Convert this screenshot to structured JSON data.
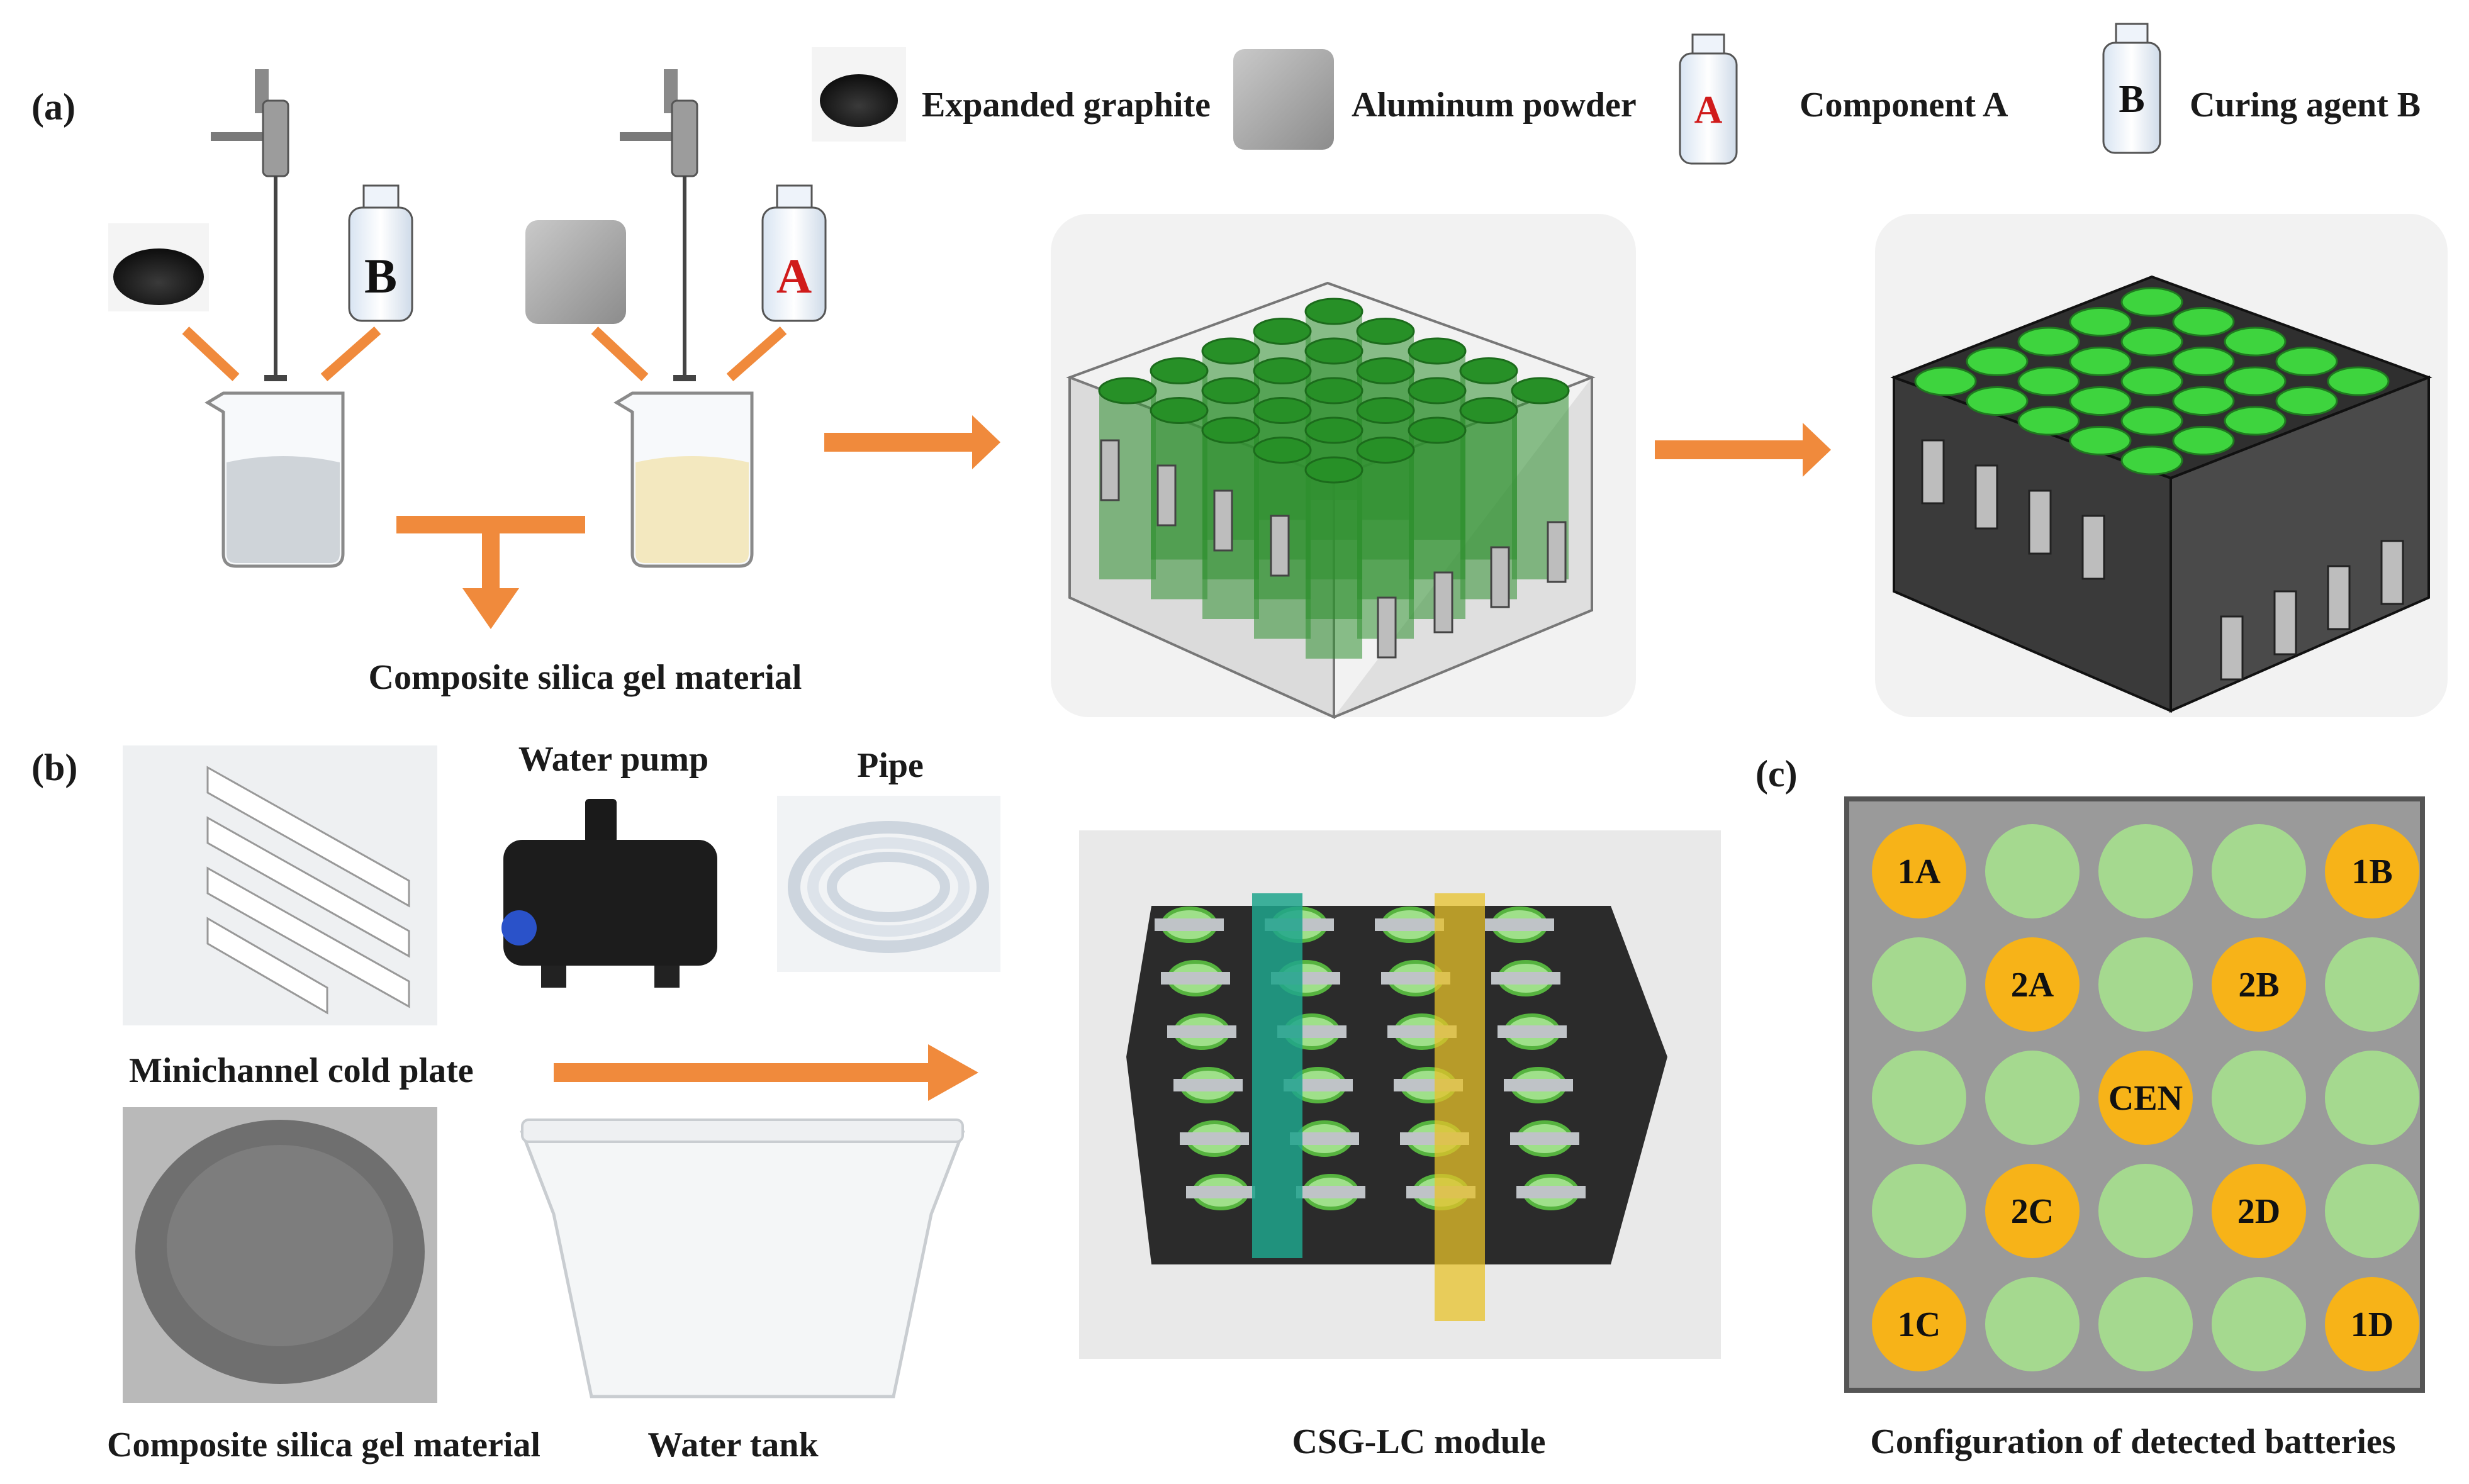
{
  "panel_labels": {
    "a": "(a)",
    "b": "(b)",
    "c": "(c)"
  },
  "legend": {
    "expanded_graphite": "Expanded graphite",
    "aluminum_powder": "Aluminum powder",
    "component_a": "Component A",
    "curing_agent_b": "Curing agent B",
    "bottle_a_letter": "A",
    "bottle_b_letter": "B"
  },
  "panel_a": {
    "mixture_label": "Composite silica gel material"
  },
  "panel_b": {
    "water_pump": "Water pump",
    "pipe": "Pipe",
    "cold_plate": "Minichannel cold plate",
    "silica_gel": "Composite silica gel material",
    "water_tank": "Water tank",
    "module": "CSG-LC module"
  },
  "panel_c": {
    "caption": "Configuration of detected batteries",
    "grid": [
      [
        "1A",
        "",
        "",
        "",
        "1B"
      ],
      [
        "",
        "2A",
        "",
        "2B",
        ""
      ],
      [
        "",
        "",
        "CEN",
        "",
        ""
      ],
      [
        "",
        "2C",
        "",
        "2D",
        ""
      ],
      [
        "1C",
        "",
        "",
        "",
        "1D"
      ]
    ]
  },
  "colors": {
    "arrow": "#f08a3c",
    "cell_green": "#2f8f2f",
    "cell_bright": "#3ed43e",
    "detected": "#f7b318",
    "undetected": "#a5d98f",
    "board": "#9a9a9a"
  }
}
